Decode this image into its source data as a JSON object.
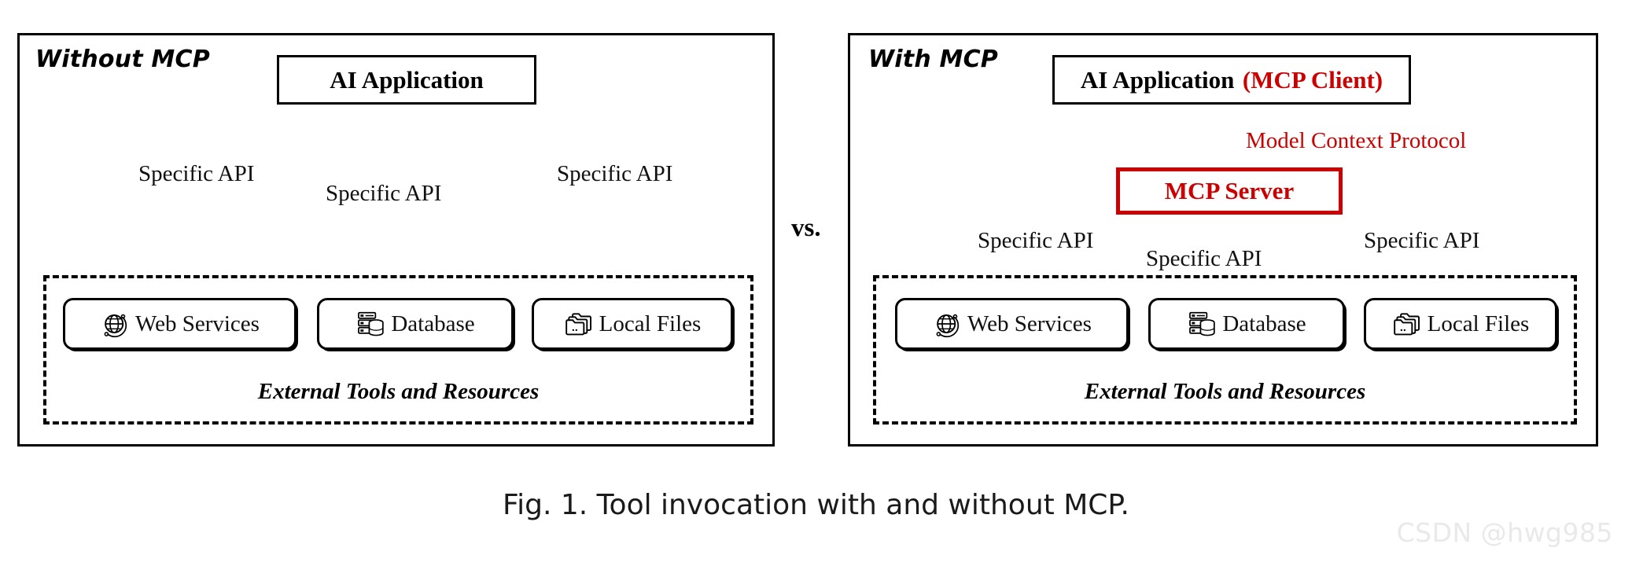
{
  "figure": {
    "caption": "Fig. 1.  Tool invocation with and without MCP.",
    "comparator": "vs.",
    "watermark": "CSDN @hwg985"
  },
  "colors": {
    "accent_red": "#CC0000",
    "line_black": "#000000",
    "background": "#FFFFFF",
    "watermark_gray": "#E9E9E9"
  },
  "left_panel": {
    "title": "Without MCP",
    "app_box": {
      "label": "AI Application"
    },
    "edges": [
      {
        "label": "Specific API",
        "from": "AI Application",
        "to": "Web Services",
        "bidirectional": true
      },
      {
        "label": "Specific API",
        "from": "AI Application",
        "to": "Database",
        "bidirectional": true
      },
      {
        "label": "Specific API",
        "from": "AI Application",
        "to": "Local Files",
        "bidirectional": true
      }
    ],
    "resources_group": {
      "label": "External Tools and Resources",
      "items": [
        {
          "label": "Web Services",
          "icon": "globe-icon"
        },
        {
          "label": "Database",
          "icon": "database-icon"
        },
        {
          "label": "Local Files",
          "icon": "folders-icon"
        }
      ]
    }
  },
  "right_panel": {
    "title": "With MCP",
    "app_box": {
      "label": "AI Application",
      "client_label": "(MCP Client)"
    },
    "protocol_edge": {
      "label": "Model Context Protocol",
      "bidirectional": true
    },
    "server_box": {
      "label": "MCP Server"
    },
    "edges": [
      {
        "label": "Specific API",
        "from": "MCP Server",
        "to": "Web Services",
        "bidirectional": true
      },
      {
        "label": "Specific API",
        "from": "MCP Server",
        "to": "Database",
        "bidirectional": true
      },
      {
        "label": "Specific API",
        "from": "MCP Server",
        "to": "Local Files",
        "bidirectional": true
      }
    ],
    "resources_group": {
      "label": "External Tools and Resources",
      "items": [
        {
          "label": "Web Services",
          "icon": "globe-icon"
        },
        {
          "label": "Database",
          "icon": "database-icon"
        },
        {
          "label": "Local Files",
          "icon": "folders-icon"
        }
      ]
    }
  }
}
